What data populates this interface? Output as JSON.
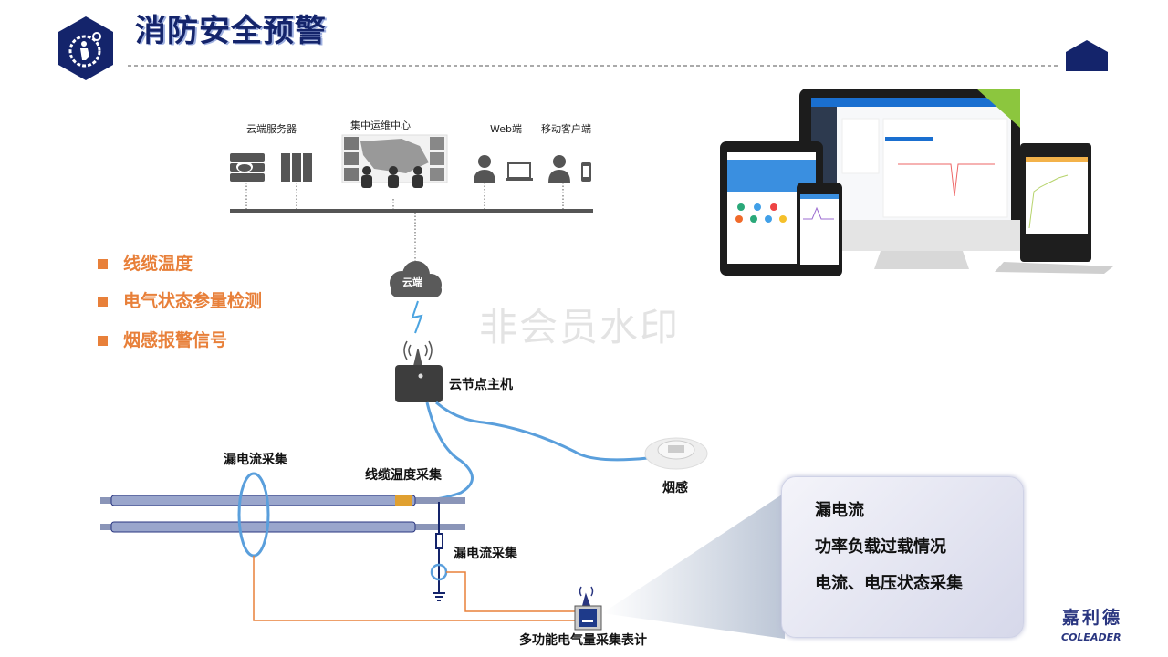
{
  "header": {
    "title": "消防安全预警"
  },
  "network": {
    "cloud_server": "云端服务器",
    "ops_center": "集中运维中心",
    "web": "Web端",
    "mobile": "移动客户端"
  },
  "bullets": [
    "线缆温度",
    "电气状态参量检测",
    "烟感报警信号"
  ],
  "watermark": "非会员水印",
  "diagram": {
    "cloud": "云端",
    "host": "云节点主机",
    "leak_main": "漏电流采集",
    "cable_temp": "线缆温度采集",
    "leak_ground": "漏电流采集",
    "smoke": "烟感",
    "meter": "多功能电气量采集表计"
  },
  "callout": [
    "漏电流",
    "功率负载过载情况",
    "电流、电压状态采集"
  ],
  "brand": {
    "cn": "嘉利德",
    "en": "COLEADER",
    "color": "#2a3680"
  },
  "colors": {
    "navy": "#14246b",
    "orange": "#e8803a",
    "blue_cable": "#5a9fdc"
  }
}
